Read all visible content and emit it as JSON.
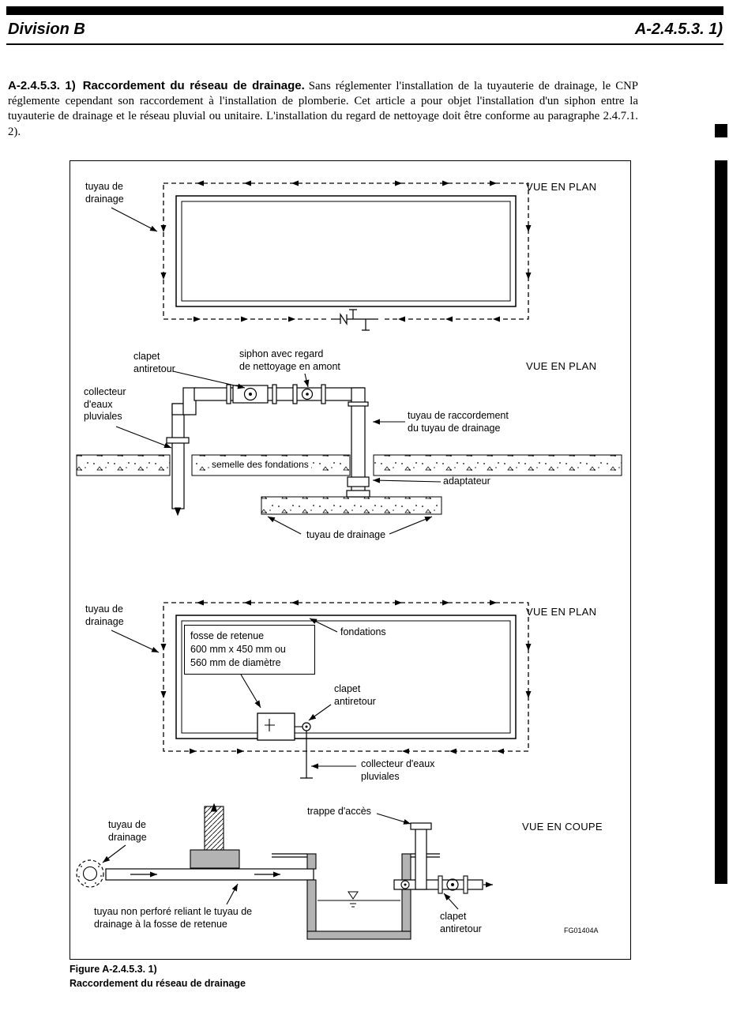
{
  "header": {
    "left": "Division B",
    "right": "A-2.4.5.3. 1)"
  },
  "article": {
    "number": "A-2.4.5.3. 1)",
    "title": "Raccordement du réseau de drainage.",
    "body": "Sans réglementer l'installation de la tuyauterie de drainage, le CNP réglemente cependant son raccordement à l'installation de plomberie. Cet article a pour objet l'installation d'un siphon entre la tuyauterie de drainage et le réseau pluvial ou unitaire. L'installation du regard de nettoyage doit être conforme au paragraphe 2.4.7.1. 2)."
  },
  "figure": {
    "caption_number": "Figure A-2.4.5.3. 1)",
    "caption_title": "Raccordement du réseau de drainage",
    "drawing_code": "FG01404A",
    "views": {
      "plan1": "VUE EN PLAN",
      "plan2": "VUE EN PLAN",
      "plan3": "VUE EN PLAN",
      "coupe": "VUE EN COUPE"
    },
    "labels": {
      "d1_tuyau_drainage": "tuyau de\ndrainage",
      "d2_clapet": "clapet\nantiretour",
      "d2_siphon": "siphon avec regard\nde nettoyage en amont",
      "d2_collecteur": "collecteur\nd'eaux\npluviales",
      "d2_raccordement": "tuyau de raccordement\ndu tuyau de drainage",
      "d2_semelle": "semelle des fondations",
      "d2_adaptateur": "adaptateur",
      "d2_tuyau_drainage": "tuyau de drainage",
      "d3_tuyau_drainage": "tuyau de\ndrainage",
      "d3_fosse": "fosse de retenue\n600 mm x 450 mm ou\n560 mm de diamètre",
      "d3_fondations": "fondations",
      "d3_clapet": "clapet\nantiretour",
      "d3_collecteur": "collecteur d'eaux\npluviales",
      "d4_trappe": "trappe d'accès",
      "d4_tuyau_drainage": "tuyau de\ndrainage",
      "d4_tuyau_non_perfore": "tuyau non perforé reliant le tuyau de\ndrainage à la fosse de retenue",
      "d4_clapet": "clapet\nantiretour"
    }
  }
}
